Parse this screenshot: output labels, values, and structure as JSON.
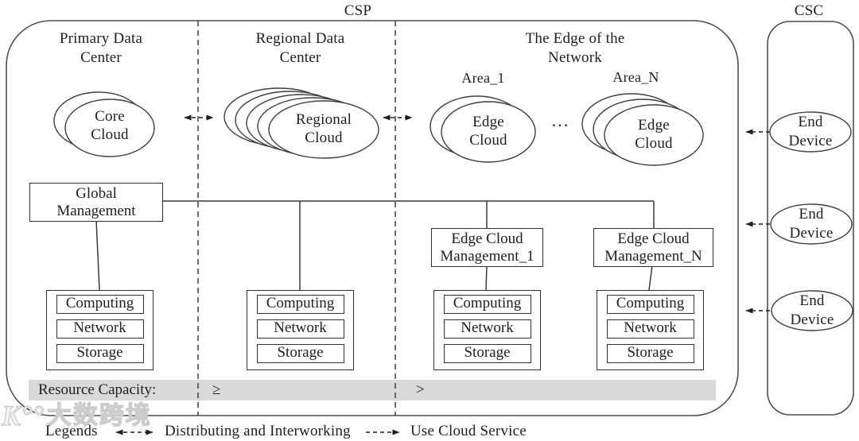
{
  "header": {
    "csp": "CSP",
    "csc": "CSC"
  },
  "sections": {
    "primary": {
      "title": "Primary Data Center",
      "cloud": "Core Cloud"
    },
    "regional": {
      "title": "Regional Data Center",
      "cloud": "Regional Cloud"
    },
    "edge": {
      "title": "The Edge of the Network",
      "area1": "Area_1",
      "areaN": "Area_N",
      "cloud1": "Edge Cloud",
      "cloudN": "Edge Cloud",
      "dots": "..."
    }
  },
  "management": {
    "global": "Global Management",
    "edge1": "Edge Cloud Management_1",
    "edgeN": "Edge Cloud Management_N"
  },
  "stacks": [
    {
      "items": [
        "Computing",
        "Network",
        "Storage"
      ]
    },
    {
      "items": [
        "Computing",
        "Network",
        "Storage"
      ]
    },
    {
      "items": [
        "Computing",
        "Network",
        "Storage"
      ]
    },
    {
      "items": [
        "Computing",
        "Network",
        "Storage"
      ]
    }
  ],
  "resource_bar": {
    "label": "Resource Capacity:",
    "regional_op": "≥",
    "edge_op": ">"
  },
  "csc": {
    "devices": [
      "End Device",
      "End Device",
      "End Device"
    ]
  },
  "legend": {
    "title": "Legends",
    "interworking": "Distributing and Interworking",
    "use_cloud": "Use Cloud Service"
  },
  "watermark": {
    "logo": "K°°",
    "text": "大数跨境"
  },
  "colors": {
    "line": "#444444",
    "text": "#1f1f1f",
    "bar_bg": "#d9d9d9"
  }
}
